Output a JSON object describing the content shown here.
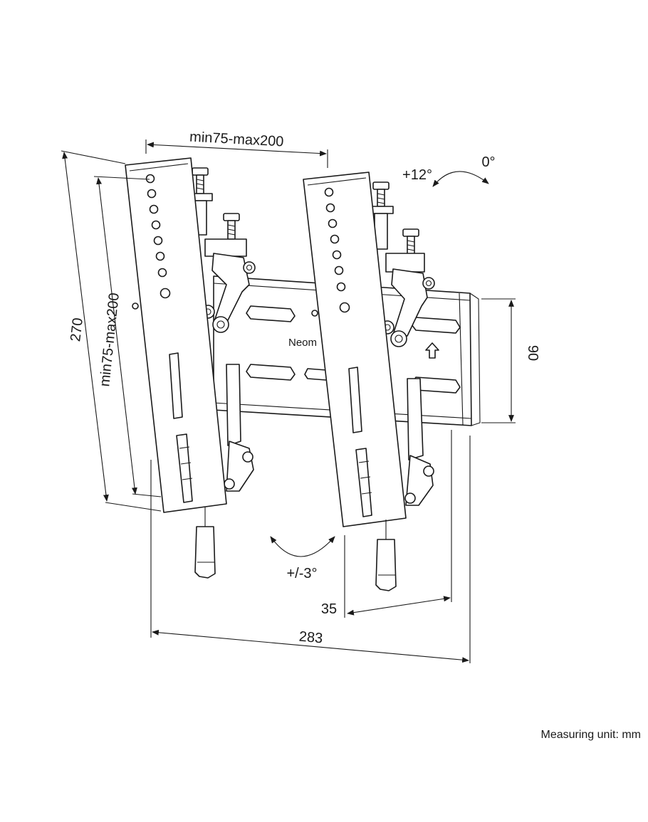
{
  "dimensions": {
    "top_width": "min75-max200",
    "total_height": "270",
    "vertical_range": "min75-max200",
    "plate_height": "90",
    "total_width": "283",
    "depth": "35"
  },
  "angles": {
    "tilt_max": "+12°",
    "tilt_min": "0°",
    "swivel": "+/-3°"
  },
  "brand_text": "Neom",
  "unit_note": "Measuring unit: mm",
  "colors": {
    "line": "#1a1a1a",
    "background": "#ffffff"
  }
}
